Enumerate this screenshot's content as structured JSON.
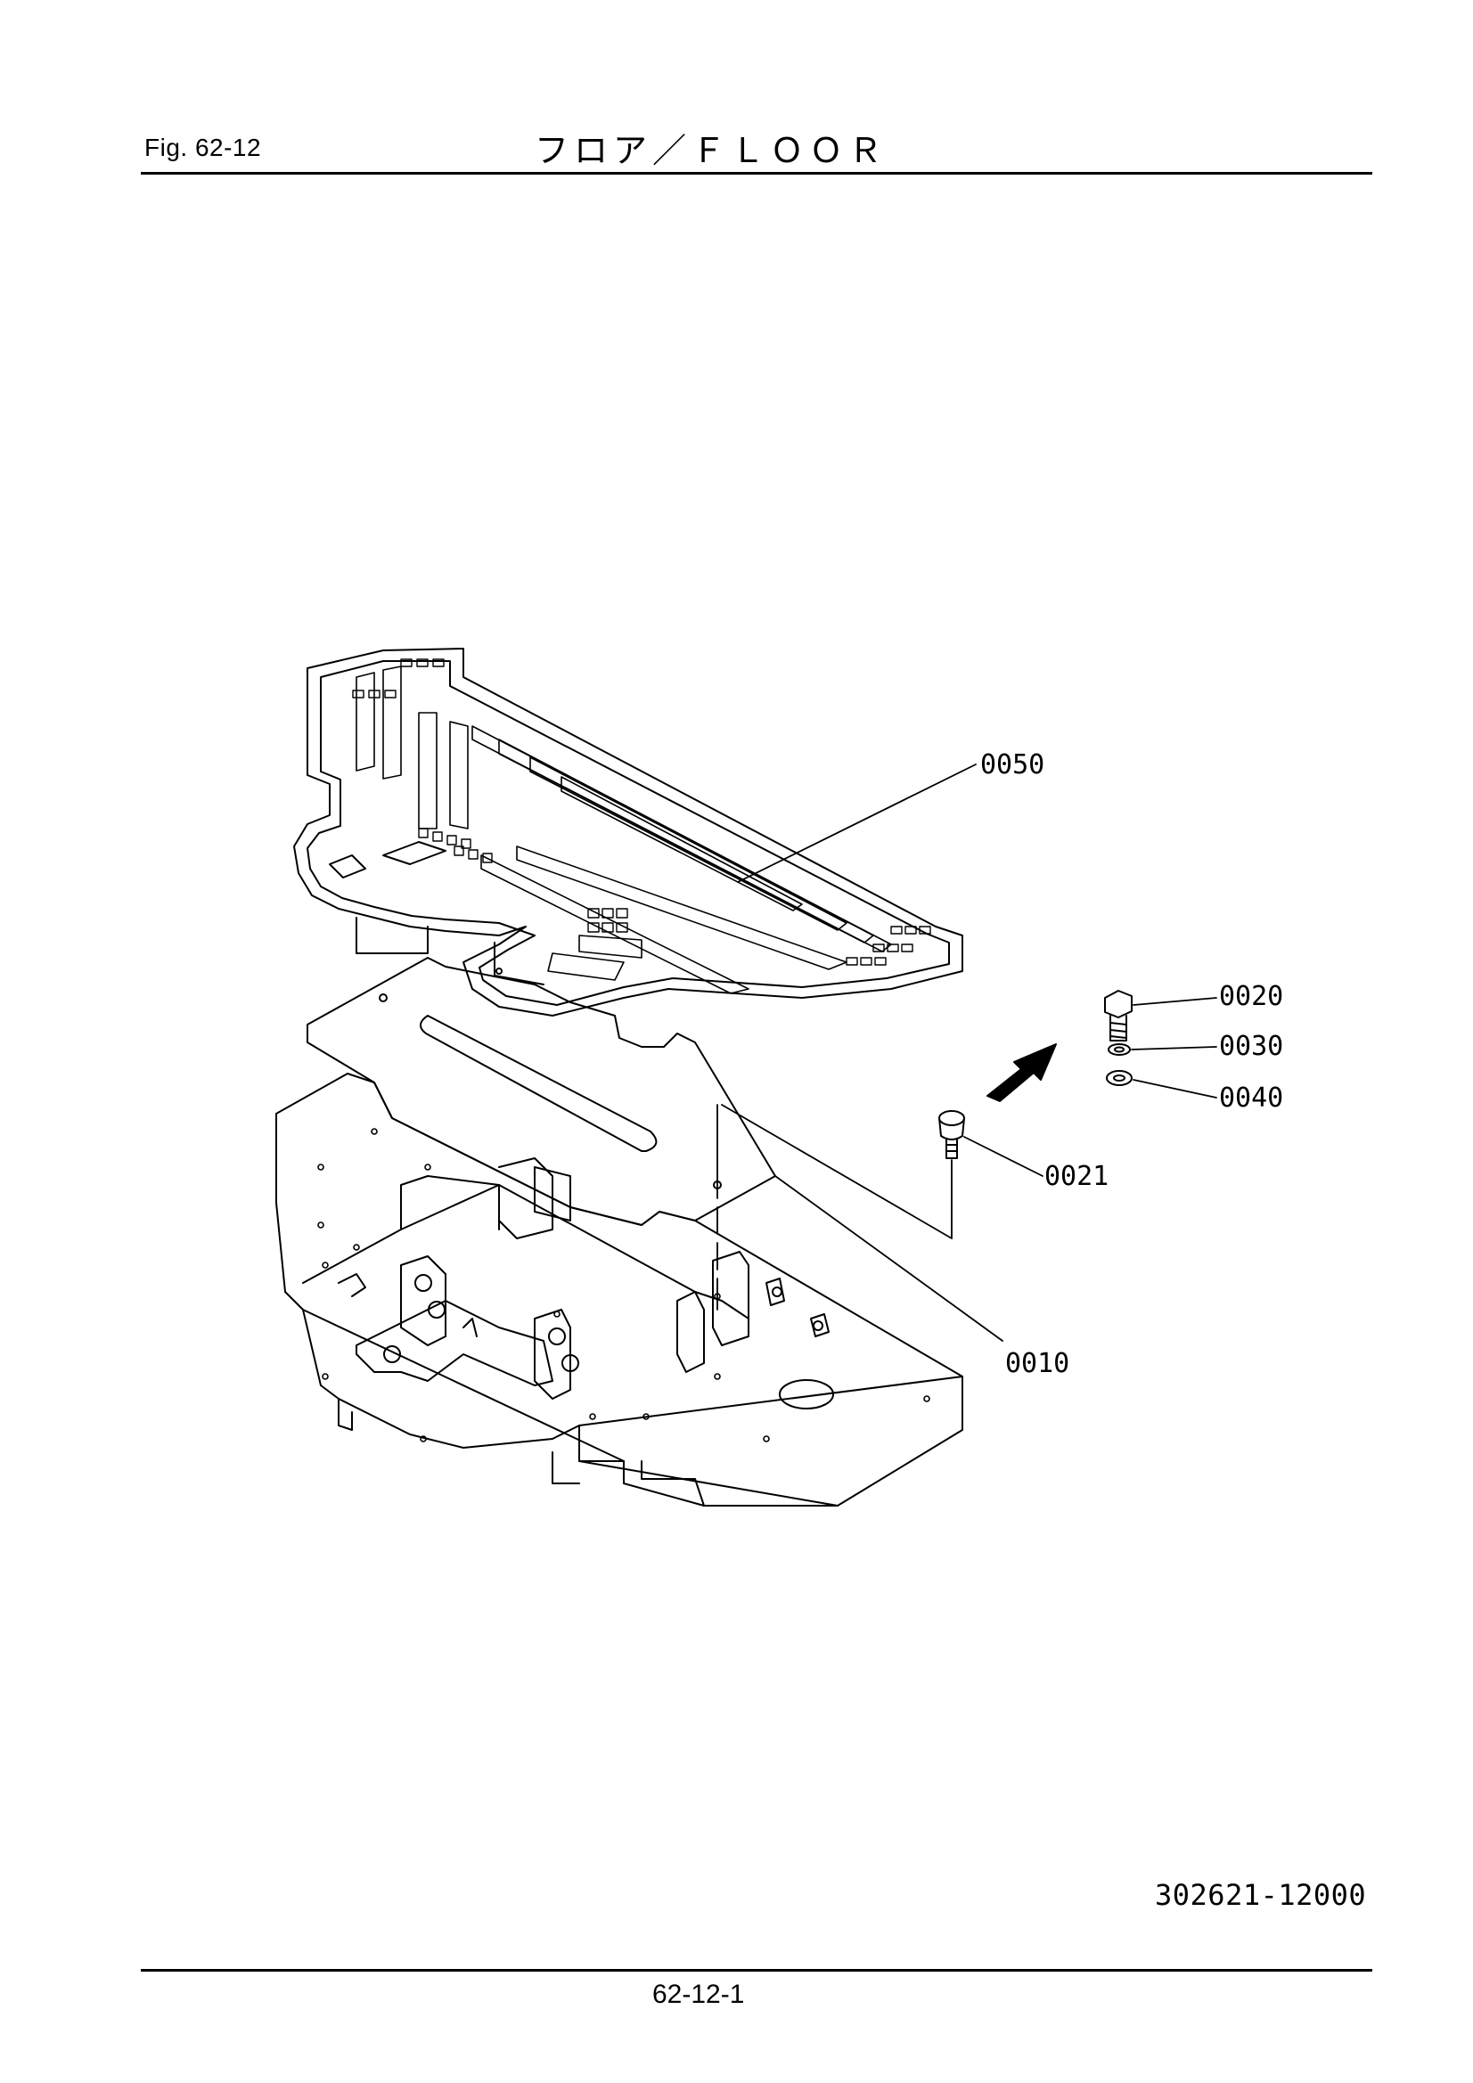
{
  "header": {
    "figure_label": "Fig.  62-12",
    "title": "フロア／ＦＬＯＯＲ"
  },
  "diagram": {
    "parts": [
      {
        "ref": "0050",
        "name": "floor-mat"
      },
      {
        "ref": "0010",
        "name": "floor-plate"
      },
      {
        "ref": "0020",
        "name": "bolt"
      },
      {
        "ref": "0030",
        "name": "spring-washer"
      },
      {
        "ref": "0040",
        "name": "washer"
      },
      {
        "ref": "0021",
        "name": "screw"
      }
    ],
    "arrow": "assembly-direction-arrow"
  },
  "footer": {
    "drawing_number": "302621-12000",
    "page_number": "62-12-1"
  }
}
